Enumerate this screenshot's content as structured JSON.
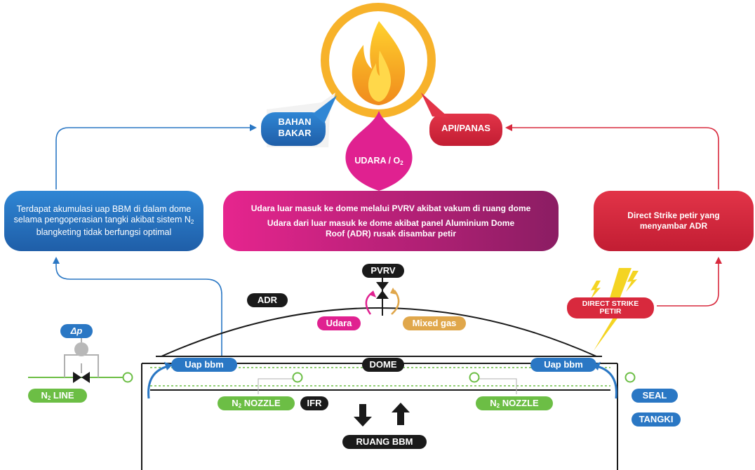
{
  "triangle": {
    "fuel_line1": "BAHAN",
    "fuel_line2": "BAKAR",
    "oxygen_label": "UDARA / O",
    "oxygen_sub": "2",
    "heat_label": "API/PANAS"
  },
  "causes": {
    "fuel_text_1": "Terdapat akumulasi uap BBM di dalam dome selama pengoperasian tangki akibat sistem N",
    "fuel_text_sub": "2",
    "fuel_text_2": " blangketing tidak berfungsi optimal",
    "air_text_1": "Udara luar masuk ke dome melalui PVRV akibat vakum di ruang dome",
    "air_text_2": "Udara dari luar masuk ke dome akibat panel Aluminium Dome Roof (ADR) rusak disambar petir",
    "heat_text": "Direct Strike petir yang menyambar ADR"
  },
  "tank": {
    "pvrv": "PVRV",
    "adr": "ADR",
    "udara": "Udara",
    "mixed_gas": "Mixed gas",
    "direct_strike": "DIRECT STRIKE PETIR",
    "uap_bbm_left": "Uap bbm",
    "uap_bbm_right": "Uap bbm",
    "dome": "DOME",
    "delta_p": "Δp",
    "n2_line": "LINE",
    "n2_nozzle_left": "NOZZLE",
    "n2_nozzle_right": "NOZZLE",
    "n_prefix": "N",
    "n_sub": "2",
    "ifr": "IFR",
    "ruang_bbm": "RUANG BBM",
    "seal": "SEAL",
    "tangki": "TANGKI"
  },
  "colors": {
    "fuel_blue": "#2a77c4",
    "air_magenta": "#c2187f",
    "heat_red": "#d8293d",
    "fire_orange": "#f4a31f",
    "n2_green": "#6cbe45",
    "dark": "#1a1a1a",
    "lightning_yellow": "#f4d422"
  },
  "icons": [
    "flame-icon",
    "valve-icon",
    "lightning-icon",
    "arrow-down-icon",
    "arrow-up-icon",
    "pressure-gauge-icon"
  ]
}
